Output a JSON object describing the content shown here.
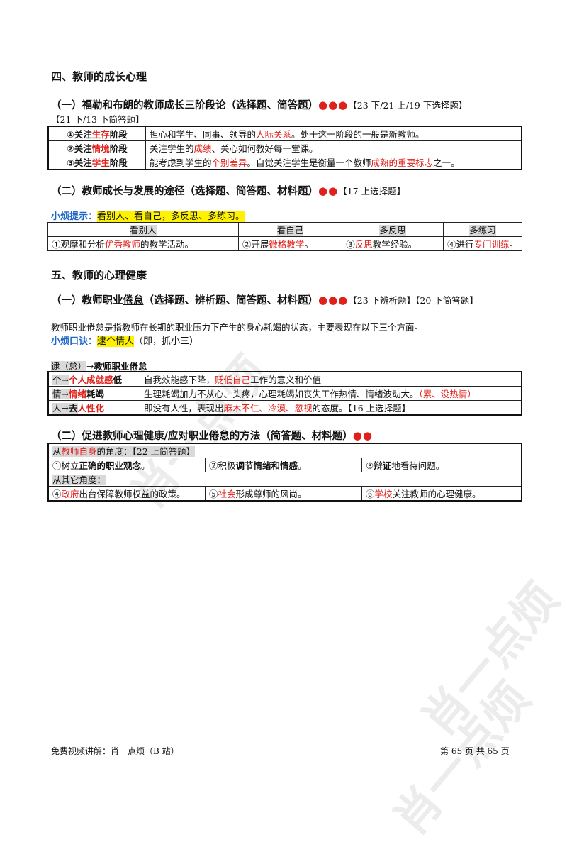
{
  "section4": {
    "title": "四、教师的成长心理"
  },
  "s4_1": {
    "title": "（一）福勒和布朗的教师成长三阶段论（选择题、简答题）",
    "dots": "●●●",
    "ref1": "【23 下/21 上/19 下选择题】",
    "ref2": "【21 下/13 下简答题】"
  },
  "stages": [
    {
      "pre": "①关注",
      "key": "生存",
      "post": "阶段",
      "d1": "担心和学生、同事、领导的",
      "d2": "人际关系",
      "d3": "。处于这一阶段的一般是新教师。"
    },
    {
      "pre": "②关注",
      "key": "情境",
      "post": "阶段",
      "d1": "关注学生的",
      "d2": "成绩",
      "d3": "、关心如何教好每一堂课。"
    },
    {
      "pre": "③关注",
      "key": "学生",
      "post": "阶段",
      "d1": "能考虑到学生的",
      "d2": "个别差异",
      "d3": "。自觉关注学生是衡量一个教师",
      "d4": "成熟的重要标志",
      "d5": "之一。"
    }
  ],
  "s4_2": {
    "title": "（二）教师成长与发展的途径（选择题、简答题、材料题）",
    "dots": "●●",
    "ref": "【17 上选择题】",
    "tip_label": "小烦提示：",
    "tip_text": "看别人、看自己，多反思、多练习。"
  },
  "routes": [
    {
      "head": "看别人",
      "p1": "①观摩和分析",
      "p2": "优秀教师",
      "p3": "的教学活动。"
    },
    {
      "head": "看自己",
      "p1": "②开展",
      "p2": "微格教学",
      "p3": "。"
    },
    {
      "head": "多反思",
      "p1": "③",
      "p2": "反思",
      "p3": "教学经验。"
    },
    {
      "head": "多练习",
      "p1": "④进行",
      "p2": "专门训练",
      "p3": "。"
    }
  ],
  "section5": {
    "title": "五、教师的心理健康"
  },
  "s5_1": {
    "title_a": "（一）教师职业",
    "title_b": "倦怠",
    "title_c": "（选择题、辨析题、简答题、材料题）",
    "dots": "●●●",
    "ref": "【23 下辨析题】【20 下简答题】",
    "para": "教师职业倦怠是指教师在长期的职业压力下产生的身心耗竭的状态，主要表现在以下三个方面。",
    "mnemonic_label": "小烦口诀：",
    "mnemonic": "逮个情人",
    "mnemonic_tail": "（即，抓小三）",
    "chain_a": "逮（怠）",
    "chain_b": "→教师职业倦怠"
  },
  "burnout": [
    {
      "k1": "个",
      "k2": "→",
      "k3": "个人成就感",
      "k4": "低",
      "d1": "自我效能感下降，",
      "d2": "贬低自己",
      "d3": "工作的意义和价值",
      "d4": "",
      "d5": ""
    },
    {
      "k1": "情",
      "k2": "→",
      "k3": "情绪",
      "k4": "耗竭",
      "d1": "生理耗竭加力不从心、头疼，心理耗竭如丧失工作热情、情绪波动大。",
      "d2": "（累、没热情）",
      "d3": "",
      "d4": "",
      "d5": ""
    },
    {
      "k1": "人",
      "k2": "→去",
      "k3": "人性化",
      "k4": "",
      "d1": "即没有人性，表现出",
      "d2": "麻木不仁、冷漠、忽视",
      "d3": "的态度。【16 上选择题】",
      "d4": "",
      "d5": ""
    }
  ],
  "s5_2": {
    "title": "（二）促进教师心理健康/应对职业倦怠的方法（简答题、材料题）",
    "dots": "●●",
    "row1_a": "从",
    "row1_b": "教师自身",
    "row1_c": "的角度：【22 上简答题】",
    "m1a": "①树立",
    "m1b": "正确的职业观念",
    "m1c": "。",
    "m2a": "②积极",
    "m2b": "调节情绪和情感",
    "m2c": "。",
    "m3a": "③",
    "m3b": "辩证",
    "m3c": "地看待问题。",
    "row3": "从其它角度：",
    "o1a": "④",
    "o1b": "政府",
    "o1c": "出台保障教师权益的政策。",
    "o2a": "⑤",
    "o2b": "社会",
    "o2c": "形成尊师的风尚。",
    "o3a": "⑥",
    "o3b": "学校",
    "o3c": "关注教师的心理健康。"
  },
  "footer": {
    "left": "免费视频讲解：肖一点烦（B 站）",
    "right": "第 65 页 共 65 页"
  },
  "watermark": "肖一点烦"
}
